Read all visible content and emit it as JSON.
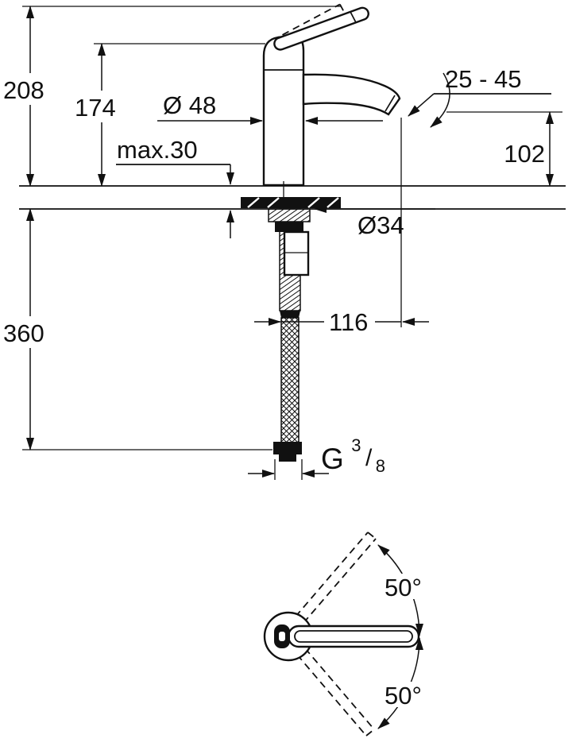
{
  "page": {
    "background": "#ffffff",
    "line_color": "#111111"
  },
  "side_view": {
    "dim_total_height": "208",
    "dim_body_height": "174",
    "dim_body_diameter": "Ø 48",
    "dim_max_deck_thickness": "max.30",
    "dim_aerator_height_range": "25 - 45",
    "dim_spout_height": "102",
    "dim_hole_diameter": "Ø34",
    "dim_below_deck_length": "360",
    "dim_spout_projection": "116",
    "thread_label": {
      "prefix": "G",
      "numerator": "3",
      "slash": "/",
      "denominator": "8"
    }
  },
  "top_view": {
    "dim_swivel_angle_up": "50°",
    "dim_swivel_angle_down": "50°"
  }
}
